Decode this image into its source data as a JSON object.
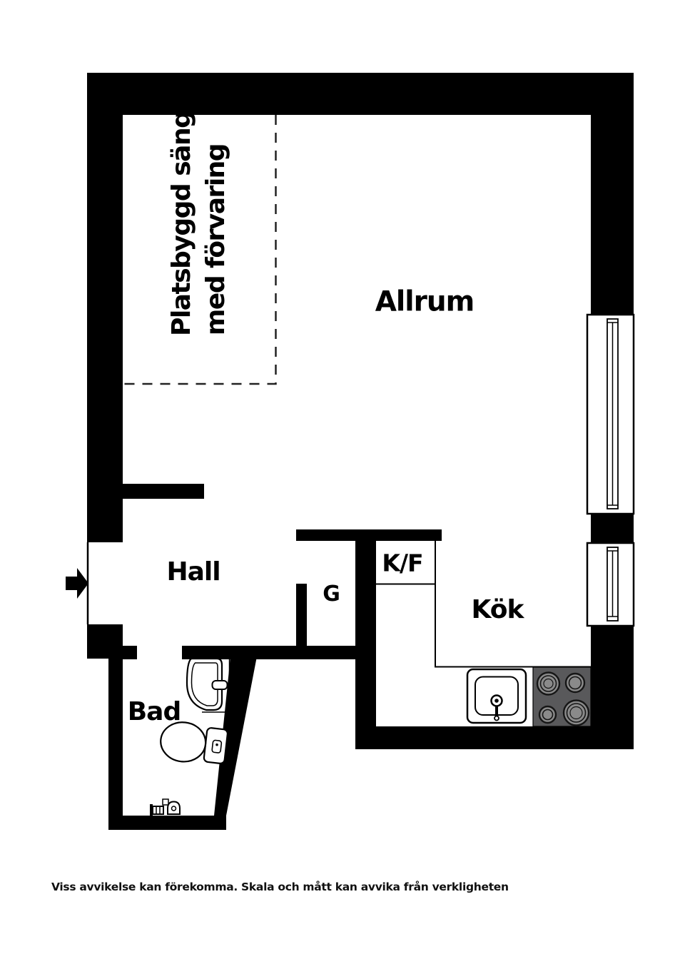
{
  "floorplan": {
    "room_labels": {
      "allrum": "Allrum",
      "hall": "Hall",
      "kok": "Kök",
      "bad": "Bad",
      "garderob": "G",
      "kyl_frys": "K/F"
    },
    "bed_annotation": {
      "line1": "Platsbyggd säng",
      "line2": "med förvaring"
    },
    "footer_note": "Viss avvikelse kan förekomma. Skala och mått kan avvika från verkligheten",
    "colors": {
      "wall": "#000000",
      "background": "#ffffff",
      "stove_body": "#59595b",
      "stove_burner": "#8a8a8a",
      "dashed_outline": "#222222"
    },
    "icons": {
      "entrance_arrow": "right-arrow",
      "window": "double-sash-window-symbol",
      "toilet": "toilet-top-view",
      "washbasin": "half-round-washbasin",
      "kitchen_sink": "square-sink-with-faucet",
      "stove": "four-burner-stove",
      "floor_drain": "floor-drain-fittings"
    }
  }
}
